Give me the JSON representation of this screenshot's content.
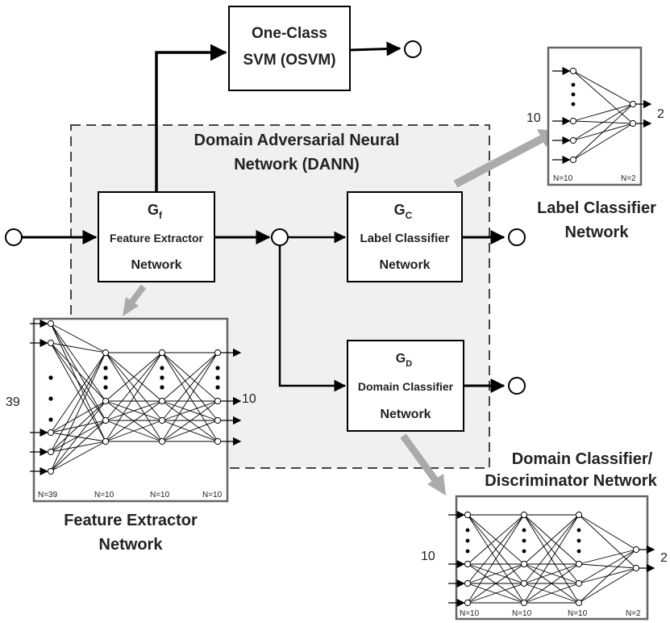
{
  "diagram": {
    "osvm": {
      "line1": "One-Class",
      "line2": "SVM (OSVM)"
    },
    "dann_title": {
      "line1": "Domain Adversarial Neural",
      "line2": "Network (DANN)"
    },
    "gf": {
      "symbol": "G",
      "sub": "f",
      "line1": "Feature Extractor",
      "line2": "Network"
    },
    "gc": {
      "symbol": "G",
      "sub": "C",
      "line1": "Label Classifier",
      "line2": "Network"
    },
    "gd": {
      "symbol": "G",
      "sub": "D",
      "line1": "Domain Classifier",
      "line2": "Network"
    }
  },
  "feature_net": {
    "input_label": "39",
    "output_label": "10",
    "layer_labels": [
      "N=39",
      "N=10",
      "N=10",
      "N=10"
    ],
    "caption_line1": "Feature Extractor",
    "caption_line2": "Network"
  },
  "label_net": {
    "input_label": "10",
    "output_label": "2",
    "layer_labels": [
      "N=10",
      "N=2"
    ],
    "caption_line1": "Label Classifier",
    "caption_line2": "Network"
  },
  "domain_net": {
    "input_label": "10",
    "output_label": "2",
    "layer_labels": [
      "N=10",
      "N=10",
      "N=10",
      "N=2"
    ],
    "caption_line1": "Domain Classifier/",
    "caption_line2": "Discriminator Network"
  }
}
